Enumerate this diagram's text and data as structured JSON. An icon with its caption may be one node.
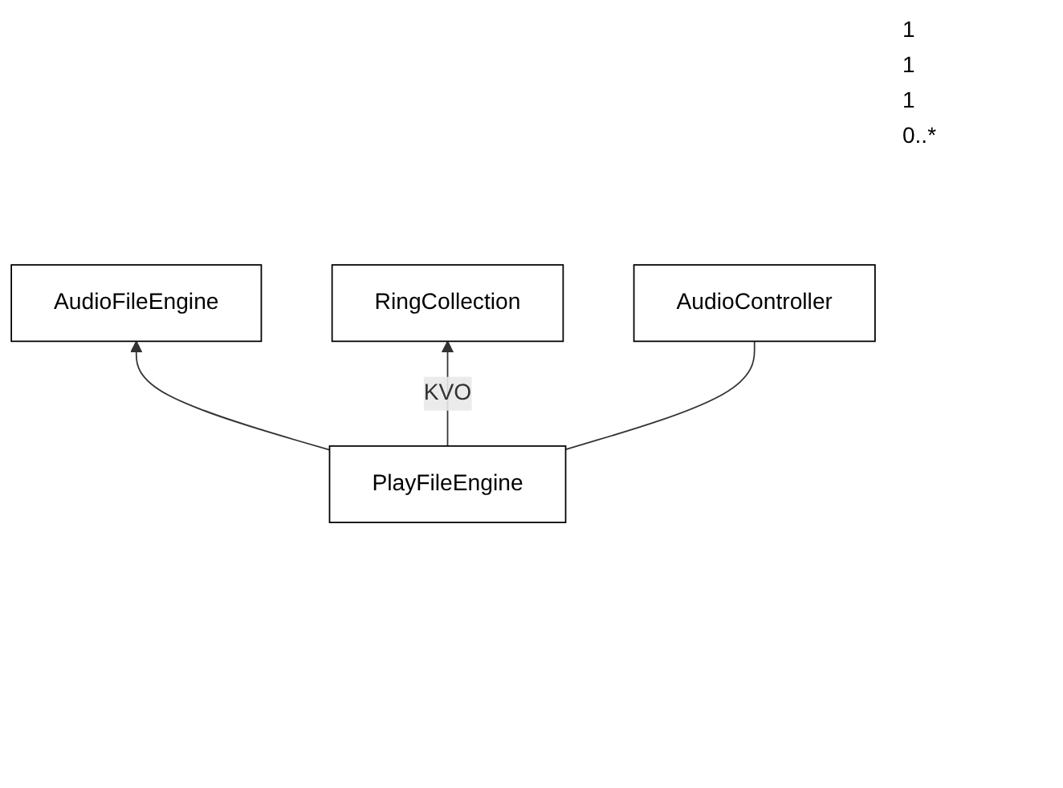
{
  "diagram": {
    "nodes": [
      {
        "text": [
          "AudioFileEngine"
        ]
      },
      {
        "text": [
          "RingCollection"
        ]
      },
      {
        "text": [
          "PlayFileEngine"
        ]
      },
      {
        "text": [
          "AudioController"
        ]
      }
    ],
    "edges": [
      {
        "from": 2,
        "to": 0,
        "arrow": "to"
      },
      {
        "from": 2,
        "to": 1,
        "arrow": "to",
        "label": "KVO"
      },
      {
        "from": 2,
        "to": 3,
        "arrow": "none"
      }
    ],
    "labels": [
      "1",
      "1",
      "1",
      "0..*"
    ]
  }
}
